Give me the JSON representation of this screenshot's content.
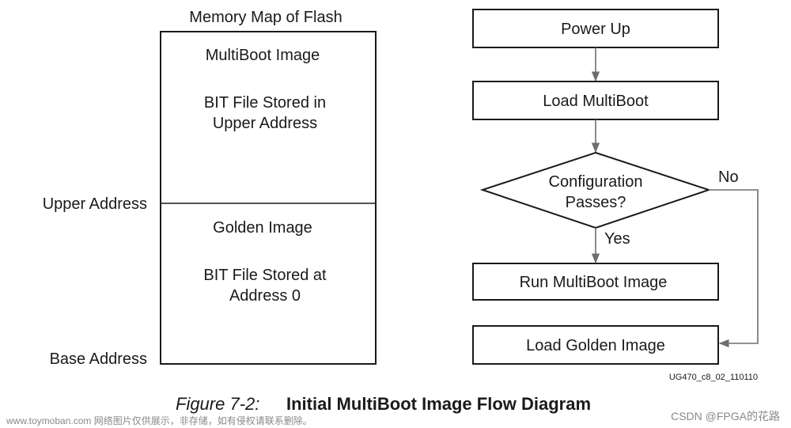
{
  "memory_map": {
    "title": "Memory Map of Flash",
    "upper_label": "Upper Address",
    "base_label": "Base Address",
    "multiboot": {
      "title": "MultiBoot Image",
      "desc_line1": "BIT File Stored in",
      "desc_line2": "Upper Address"
    },
    "golden": {
      "title": "Golden Image",
      "desc_line1": "BIT File Stored at",
      "desc_line2": "Address 0"
    }
  },
  "flow": {
    "power_up": "Power Up",
    "load_multiboot": "Load MultiBoot",
    "decision_line1": "Configuration",
    "decision_line2": "Passes?",
    "yes_label": "Yes",
    "no_label": "No",
    "run_multiboot": "Run MultiBoot Image",
    "load_golden": "Load Golden Image"
  },
  "figure_id": "UG470_c8_02_110110",
  "caption": {
    "number": "Figure 7-2:",
    "title": "Initial MultiBoot Image Flow Diagram"
  },
  "watermark": "www.toymoban.com 网络图片仅供展示，非存储，如有侵权请联系删除。",
  "credit": "CSDN @FPGA的花路"
}
